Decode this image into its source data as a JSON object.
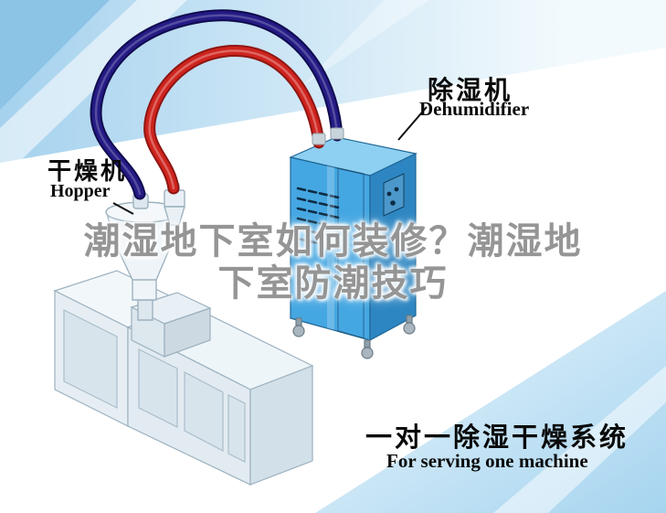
{
  "labels": {
    "dryer_zh": "干燥机",
    "dryer_en": "Hopper",
    "dehumidifier_zh": "除湿机",
    "dehumidifier_en": "Dehumidifier"
  },
  "watermark": {
    "line1": "潮湿地下室如何装修？潮湿地",
    "line2": "下室防潮技巧"
  },
  "caption": {
    "zh": "一对一除湿干燥系统",
    "en": "For serving one machine"
  },
  "colors": {
    "pipe_red": "#cf241e",
    "pipe_red_dark": "#8f1612",
    "pipe_blue": "#241b85",
    "pipe_blue_dark": "#100b4e",
    "cabinet_front": "#45a7e2",
    "cabinet_side": "#2d86c2",
    "cabinet_top": "#8ed0f2",
    "sky_accent": "#a6d2ee"
  }
}
